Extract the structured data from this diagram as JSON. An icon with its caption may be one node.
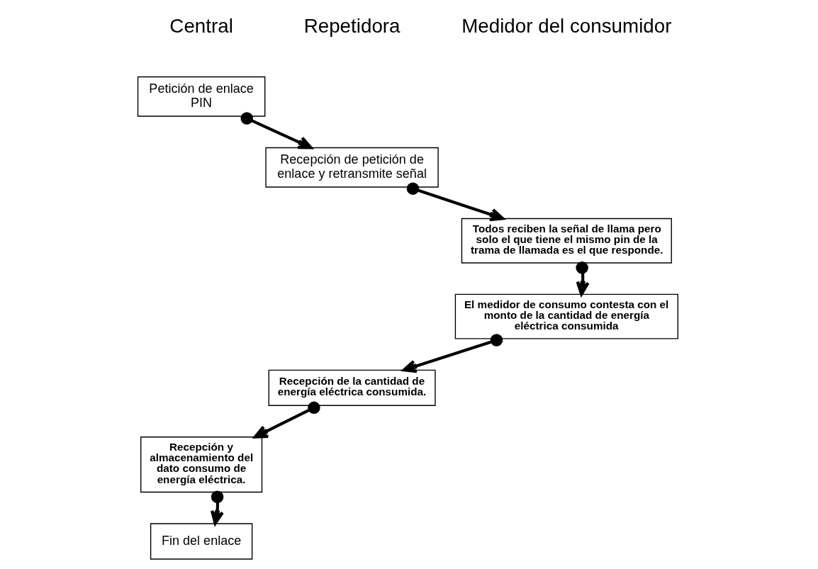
{
  "diagram": {
    "nodes": [
      {
        "text": [
          "Petición de enlace PIN"
        ]
      },
      {
        "text": [
          "Recepción de petición de enlace y retransmite señal"
        ]
      },
      {
        "text": [
          "Todos reciben la señal de llama pero solo el que tiene el mismo pin de la trama de llamada es el que responde."
        ]
      },
      {
        "text": [
          "El medidor de consumo contesta con el monto de la cantidad de energía eléctrica consumida"
        ]
      },
      {
        "text": [
          "Recepción de la cantidad de energía eléctrica consumida."
        ]
      },
      {
        "text": [
          "Recepción y almacenamiento del dato consumo de energía eléctrica."
        ]
      },
      {
        "text": [
          "Fin del enlace"
        ]
      }
    ],
    "edges": [
      {
        "from": 0,
        "to": 1,
        "arrow": "to"
      },
      {
        "from": 1,
        "to": 2,
        "arrow": "to"
      },
      {
        "from": 2,
        "to": 3,
        "arrow": "to"
      },
      {
        "from": 3,
        "to": 4,
        "arrow": "to"
      },
      {
        "from": 4,
        "to": 5,
        "arrow": "to"
      },
      {
        "from": 5,
        "to": 6,
        "arrow": "to"
      }
    ],
    "labels": [
      "Central",
      "Repetidora",
      "Medidor del consumidor"
    ]
  }
}
